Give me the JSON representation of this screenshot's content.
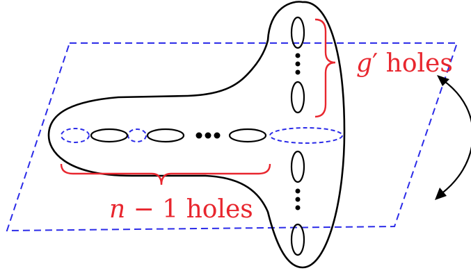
{
  "labels": {
    "top_right": {
      "var": "g",
      "prime": "′",
      "text": " holes"
    },
    "bottom": {
      "var": "n",
      "rest": " − 1 holes"
    }
  },
  "colors": {
    "outline": "#000000",
    "dashed_plane": "#2b2be8",
    "brace": "#e8262e",
    "text": "#e8262e"
  }
}
